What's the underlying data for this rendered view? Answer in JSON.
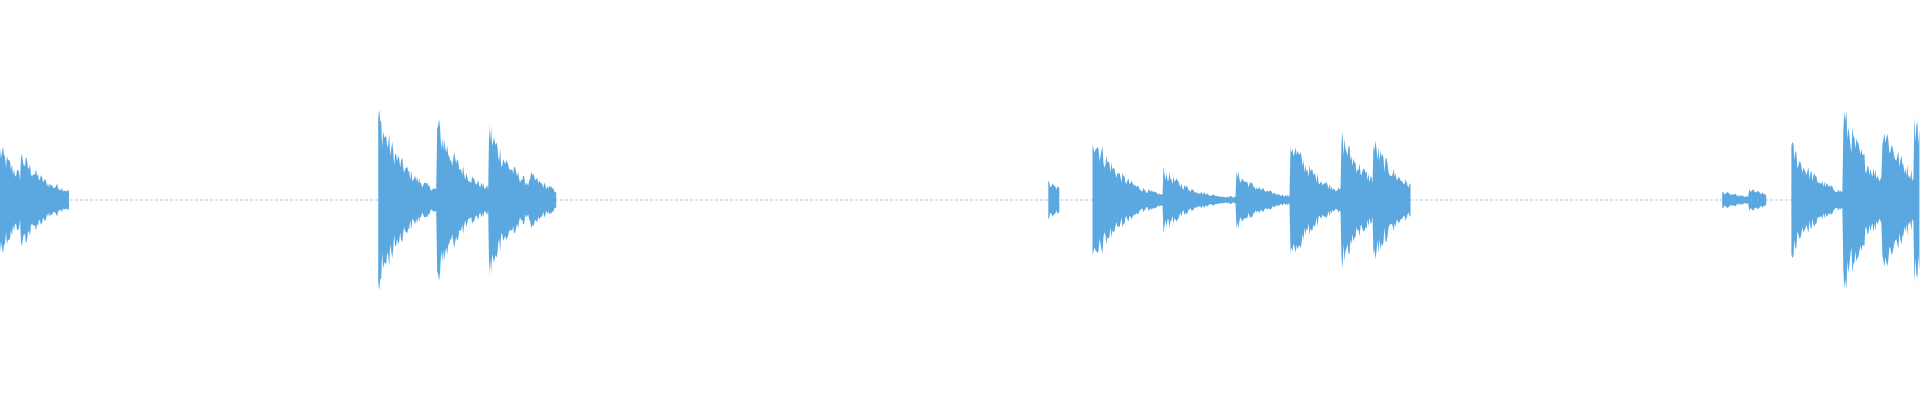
{
  "waveform": {
    "color": "#5ba8e0",
    "background": "#ffffff",
    "segments": [
      {
        "start": 0.0,
        "end": 0.036,
        "peak": 0.3
      },
      {
        "start": 0.197,
        "end": 0.29,
        "peak": 0.5
      },
      {
        "start": 0.546,
        "end": 0.552,
        "peak": 0.1
      },
      {
        "start": 0.569,
        "end": 0.735,
        "peak": 0.4
      },
      {
        "start": 0.897,
        "end": 0.92,
        "peak": 0.08
      },
      {
        "start": 0.933,
        "end": 1.0,
        "peak": 0.52
      }
    ]
  }
}
